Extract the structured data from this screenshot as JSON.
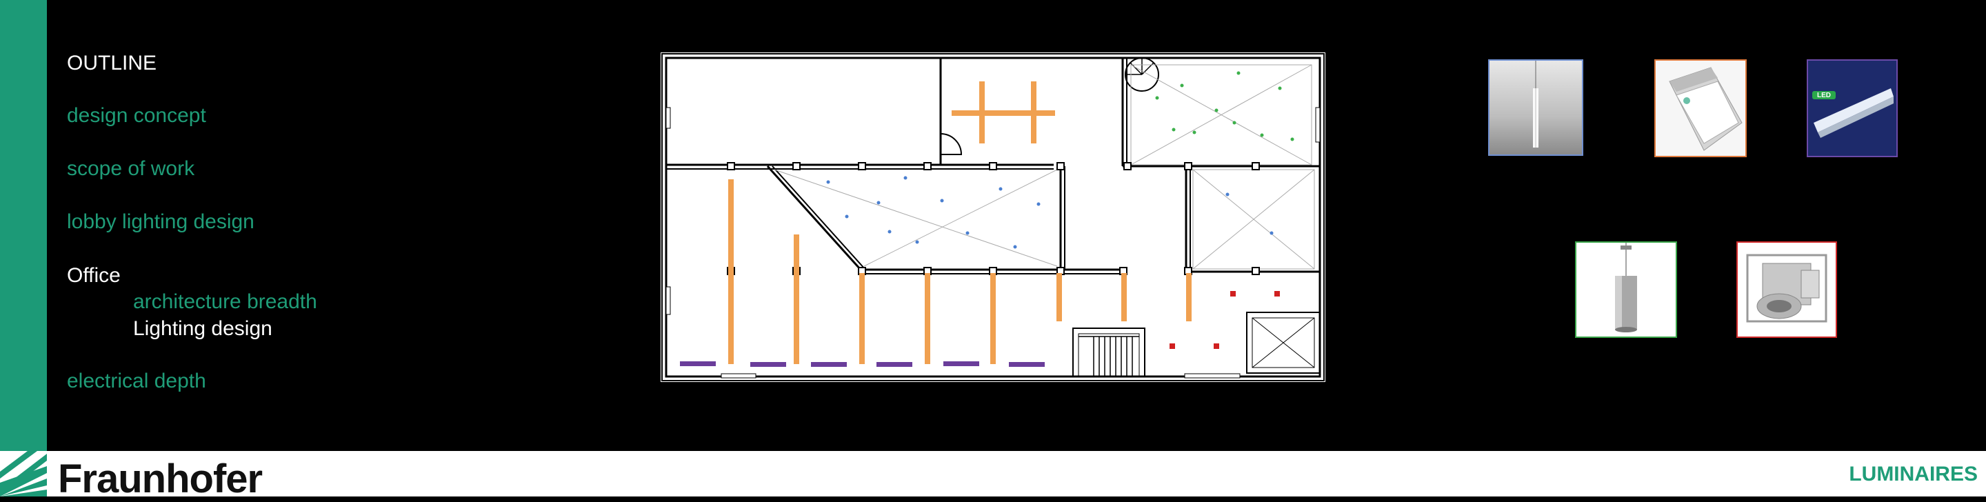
{
  "outline": {
    "title": "OUTLINE",
    "items": [
      {
        "label": "design concept"
      },
      {
        "label": "scope of work"
      },
      {
        "label": "lobby lighting design"
      },
      {
        "label": "Office"
      },
      {
        "label": "architecture breadth"
      },
      {
        "label": "Lighting design"
      },
      {
        "label": "electrical depth"
      }
    ]
  },
  "footer": {
    "brand": "Fraunhofer",
    "section_label": "LUMINAIRES"
  },
  "luminaires": [
    {
      "icon": "pendant-linear-luminaire-icon",
      "border_color": "#6f8fd0"
    },
    {
      "icon": "recessed-linear-luminaire-icon",
      "border_color": "#e07a3c"
    },
    {
      "icon": "led-linear-luminaire-icon",
      "border_color": "#6b4aa8",
      "badge": "LED"
    },
    {
      "icon": "pendant-cylinder-luminaire-icon",
      "border_color": "#3aa54a"
    },
    {
      "icon": "recessed-downlight-luminaire-icon",
      "border_color": "#d02a2a"
    }
  ],
  "colors": {
    "accent_green": "#1f9d78",
    "fixture_orange": "#f0a050",
    "fixture_purple": "#6a3d9a",
    "dot_blue": "#4a7fd0",
    "dot_green": "#3cb04a",
    "dot_red": "#d02020"
  }
}
